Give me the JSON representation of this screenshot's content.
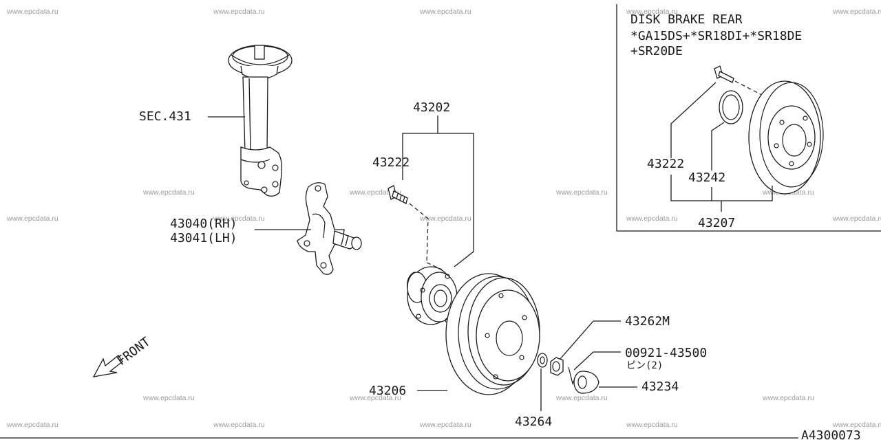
{
  "watermark": "www.epcdata.ru",
  "diagram_code": "A4300073",
  "front_label": "FRONT",
  "labels": {
    "sec": "SEC.431",
    "p43202": "43202",
    "p43222": "43222",
    "p43040": "43040(RH)",
    "p43041": "43041(LH)",
    "p43206": "43206",
    "p43264": "43264",
    "p43262m": "43262M",
    "p00921": "00921-43500",
    "pin_note": "ピン(2)",
    "p43234": "43234"
  },
  "inset": {
    "title": "DISK BRAKE REAR",
    "line2": "*GA15DS+*SR18DI+*SR18DE",
    "line3": "+SR20DE",
    "p43222": "43222",
    "p43242": "43242",
    "p43207": "43207"
  }
}
